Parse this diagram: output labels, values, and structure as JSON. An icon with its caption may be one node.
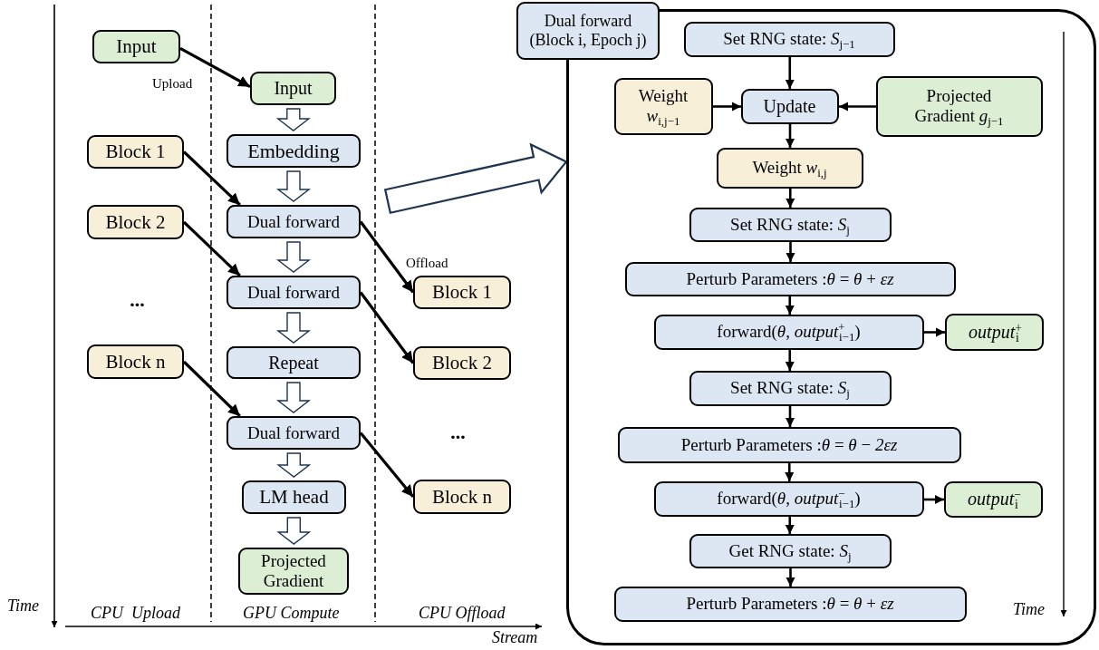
{
  "diagram": {
    "nodes": [
      {
        "text": [
          "Input"
        ]
      },
      {
        "text": [
          "Input"
        ]
      },
      {
        "text": [
          "Embedding"
        ]
      },
      {
        "text": [
          "Block 1"
        ]
      },
      {
        "text": [
          "Dual forward"
        ]
      },
      {
        "text": [
          "Block 2"
        ]
      },
      {
        "text": [
          "Dual forward"
        ]
      },
      {
        "text": [
          "Block 1"
        ]
      },
      {
        "text": [
          "Repeat"
        ]
      },
      {
        "text": [
          "Block n"
        ]
      },
      {
        "text": [
          "Block 2"
        ]
      },
      {
        "text": [
          "Dual forward"
        ]
      },
      {
        "text": [
          "LM head"
        ]
      },
      {
        "text": [
          "Block n"
        ]
      },
      {
        "text": [
          "Projected Gradient"
        ]
      },
      {
        "text": [
          "Dual forward (Block i, Epoch j)"
        ]
      },
      {
        "text": [],
        "shape": "box"
      },
      {
        "text": [
          "Set RNG state: *S*$_{j−1}$"
        ],
        "in": 16
      },
      {
        "text": [
          "Weight *w*$_{i,j−1}$"
        ],
        "in": 16
      },
      {
        "text": [
          "Update"
        ],
        "in": 16
      },
      {
        "text": [
          "Projected Gradient *g*$_{j−1}$"
        ],
        "in": 16
      },
      {
        "text": [
          "Weight *w*$_{i,j}$"
        ],
        "in": 16
      },
      {
        "text": [
          "Set RNG state: *S*$_{j}$"
        ],
        "in": 16
      },
      {
        "text": [
          "Perturb Parameters :*θ* = *θ* + *εz*"
        ],
        "in": 16
      },
      {
        "text": [
          "forward(*θ*, *output*$^{+}$$_{i−1}$)"
        ],
        "in": 16
      },
      {
        "text": [
          "*output*$^{+}$$_{i}$"
        ],
        "in": 16
      },
      {
        "text": [
          "Set RNG state: *S*$_{j}$"
        ],
        "in": 16
      },
      {
        "text": [
          "Perturb Parameters :*θ* = *θ* − *2εz*"
        ],
        "in": 16
      },
      {
        "text": [
          "forward(*θ*, *output*$^{−}$$_{i−1}$)"
        ],
        "in": 16
      },
      {
        "text": [
          "*output*$^{−}$$_{i}$"
        ],
        "in": 16
      },
      {
        "text": [
          "Get RNG state: *S*$_{j}$"
        ],
        "in": 16
      },
      {
        "text": [
          "Perturb Parameters :*θ* = *θ* + *εz*"
        ],
        "in": 16
      }
    ],
    "edges": [
      {
        "from": 0,
        "to": 1,
        "arrow": "to",
        "label": "Upload"
      },
      {
        "from": 1,
        "to": 2,
        "arrow": "to",
        "style": "thick"
      },
      {
        "from": 2,
        "to": 4,
        "arrow": "to",
        "style": "thick"
      },
      {
        "from": 3,
        "to": 4,
        "arrow": "to"
      },
      {
        "from": 4,
        "to": 6,
        "arrow": "to",
        "style": "thick"
      },
      {
        "from": 5,
        "to": 6,
        "arrow": "to"
      },
      {
        "from": 4,
        "to": 7,
        "arrow": "to",
        "label": "Offload"
      },
      {
        "from": 6,
        "to": 8,
        "arrow": "to",
        "style": "thick"
      },
      {
        "from": 6,
        "to": 10,
        "arrow": "to"
      },
      {
        "from": 8,
        "to": 11,
        "arrow": "to",
        "style": "thick"
      },
      {
        "from": 9,
        "to": 11,
        "arrow": "to"
      },
      {
        "from": 11,
        "to": 13,
        "arrow": "to"
      },
      {
        "from": 11,
        "to": 12,
        "arrow": "to",
        "style": "thick"
      },
      {
        "from": 12,
        "to": 14,
        "arrow": "to",
        "style": "thick"
      },
      {
        "from": null,
        "to": 16,
        "arrow": "to",
        "style": "thick"
      },
      {
        "from": 17,
        "to": 19,
        "arrow": "to"
      },
      {
        "from": 18,
        "to": 19,
        "arrow": "to"
      },
      {
        "from": 20,
        "to": 19,
        "arrow": "to"
      },
      {
        "from": 19,
        "to": 21,
        "arrow": "to"
      },
      {
        "from": 21,
        "to": 22,
        "arrow": "to"
      },
      {
        "from": 22,
        "to": 23,
        "arrow": "to"
      },
      {
        "from": 23,
        "to": 24,
        "arrow": "to"
      },
      {
        "from": 24,
        "to": 25,
        "arrow": "to"
      },
      {
        "from": 24,
        "to": 26,
        "arrow": "to"
      },
      {
        "from": 26,
        "to": 27,
        "arrow": "to"
      },
      {
        "from": 27,
        "to": 28,
        "arrow": "to"
      },
      {
        "from": 28,
        "to": 29,
        "arrow": "to"
      },
      {
        "from": 28,
        "to": 30,
        "arrow": "to"
      },
      {
        "from": 30,
        "to": 31,
        "arrow": "to"
      }
    ],
    "labels": [
      "...",
      "...",
      "Time",
      "CPU  Upload",
      "GPU Compute",
      "CPU Offload",
      "Stream",
      "Time"
    ]
  }
}
